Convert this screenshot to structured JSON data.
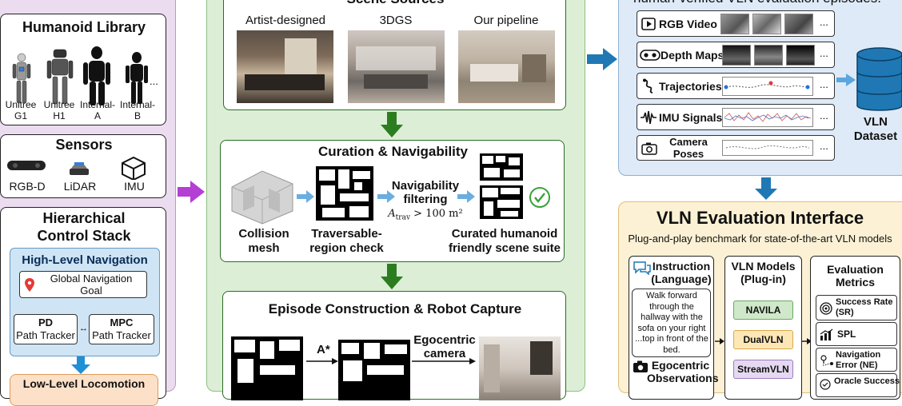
{
  "left": {
    "humanoid_library": {
      "title": "Humanoid Library",
      "robots": [
        {
          "name": "Unitree\nG1"
        },
        {
          "name": "Unitree\nH1"
        },
        {
          "name": "Internal-\nA"
        },
        {
          "name": "Internal-\nB"
        }
      ],
      "more": "..."
    },
    "sensors": {
      "title": "Sensors",
      "items": [
        "RGB-D",
        "LiDAR",
        "IMU"
      ]
    },
    "control_stack": {
      "title": "Hierarchical\nControl Stack",
      "high_level": "High-Level Navigation",
      "goal": "Global Navigation\nGoal",
      "pd_title": "PD",
      "pd_sub": "Path Tracker",
      "mpc_title": "MPC",
      "mpc_sub": "Path Tracker",
      "low_level": "Low-Level Locomotion"
    }
  },
  "middle": {
    "scene_sources": {
      "title": "Scene Sources",
      "labels": [
        "Artist-designed",
        "3DGS",
        "Our pipeline"
      ]
    },
    "curation": {
      "title": "Curation & Navigability",
      "collision": "Collision\nmesh",
      "traversable": "Traversable-\nregion check",
      "filter_title": "Navigability\nfiltering",
      "filter_sym": "A",
      "filter_sub": "trav",
      "filter_cond": " > 100 m²",
      "curated": "Curated humanoid\nfriendly scene suite"
    },
    "episode": {
      "title": "Episode Construction & Robot Capture",
      "astar": "A*",
      "ego": "Egocentric\ncamera"
    }
  },
  "right": {
    "top_caption": "human-verified VLN evaluation episodes.",
    "modalities": [
      "RGB Video",
      "Depth Maps",
      "Trajectories",
      "IMU Signals",
      "Camera\nPoses"
    ],
    "more": "...",
    "dataset": "VLN\nDataset",
    "interface": {
      "title": "VLN Evaluation Interface",
      "subtitle": "Plug-and-play benchmark for state-of-the-art VLN models",
      "instruction_title": "Instruction\n(Language)",
      "instruction_text": "Walk forward through the hallway with the sofa on your right ...top in front of the bed.",
      "ego_title": "Egocentric\nObservations",
      "models_title": "VLN Models\n(Plug-in)",
      "models": [
        "NAVILA",
        "DualVLN",
        "StreamVLN"
      ],
      "metrics_title": "Evaluation\nMetrics",
      "metrics": [
        "Success Rate\n(SR)",
        "SPL",
        "Navigation\nError (NE)",
        "Oracle Success"
      ]
    }
  },
  "colors": {
    "left_bg": "#ecdcf0",
    "mid_bg": "#dcefd6",
    "right_top_bg": "#deeaf7",
    "right_bottom_bg": "#fdf1d5",
    "green_arrow": "#2c7d1f",
    "blue_arrow": "#1f78b4",
    "purple_arrow": "#b43fd4"
  }
}
